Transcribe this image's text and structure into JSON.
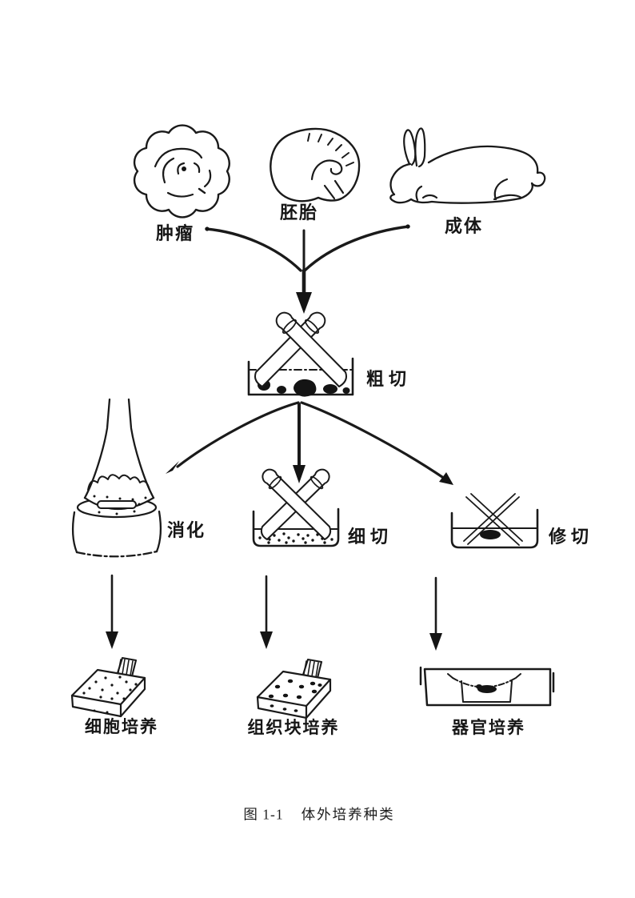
{
  "page": {
    "background": "#ffffff",
    "ink": "#1a1a1a"
  },
  "figure": {
    "caption": {
      "number": "图 1-1",
      "title": "体外培养种类"
    },
    "sources": [
      {
        "label": "肿瘤",
        "icon": "tumor-icon"
      },
      {
        "label": "胚胎",
        "icon": "embryo-icon"
      },
      {
        "label": "成体",
        "icon": "adult-animal-icon"
      }
    ],
    "process": {
      "coarse_cut": {
        "label": "粗切",
        "icon": "coarse-cut-dish-icon"
      },
      "digestion": {
        "label": "消化",
        "icon": "digestion-flask-icon"
      },
      "fine_cut": {
        "label": "细切",
        "icon": "fine-cut-dish-icon"
      },
      "trim_cut": {
        "label": "修切",
        "icon": "trim-cut-dish-icon"
      }
    },
    "outcomes": [
      {
        "label": "细胞培养",
        "icon": "cell-culture-flask-icon"
      },
      {
        "label": "组织块培养",
        "icon": "tissue-block-culture-flask-icon"
      },
      {
        "label": "器官培养",
        "icon": "organ-culture-dish-icon"
      }
    ]
  }
}
